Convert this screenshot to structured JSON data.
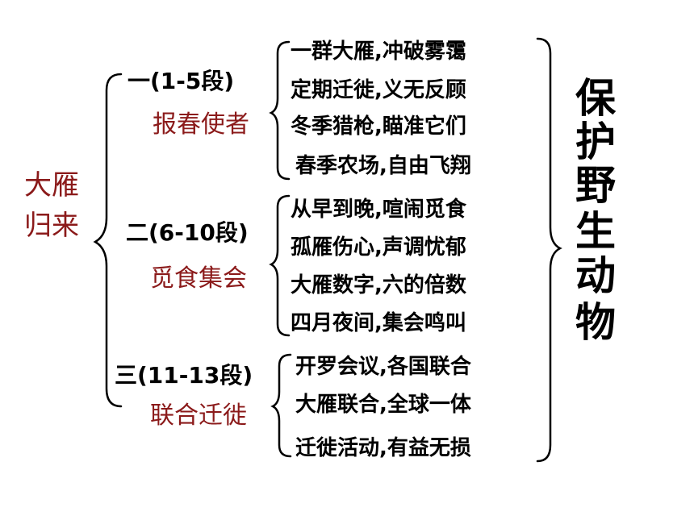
{
  "title": [
    "大雁",
    "归来"
  ],
  "sections": [
    {
      "heading": "一(1-5段)",
      "subtitle": "报春使者",
      "lines": [
        "一群大雁,冲破雾霭",
        "定期迁徙,义无反顾",
        "冬季猎枪,瞄准它们",
        "春季农场,自由飞翔"
      ]
    },
    {
      "heading": "二(6-10段)",
      "subtitle": "觅食集会",
      "lines": [
        "从早到晚,喧闹觅食",
        "孤雁伤心,声调忧郁",
        "大雁数字,六的倍数",
        "四月夜间,集会鸣叫"
      ]
    },
    {
      "heading": "三(11-13段)",
      "subtitle": "联合迁徙",
      "lines": [
        "开罗会议,各国联合",
        "大雁联合,全球一体",
        "迁徙活动,有益无损"
      ]
    }
  ],
  "conclusion": [
    "保",
    "护",
    "野",
    "生",
    "动",
    "物"
  ],
  "colors": {
    "accent": "#8b1a1a",
    "text": "#000000"
  }
}
